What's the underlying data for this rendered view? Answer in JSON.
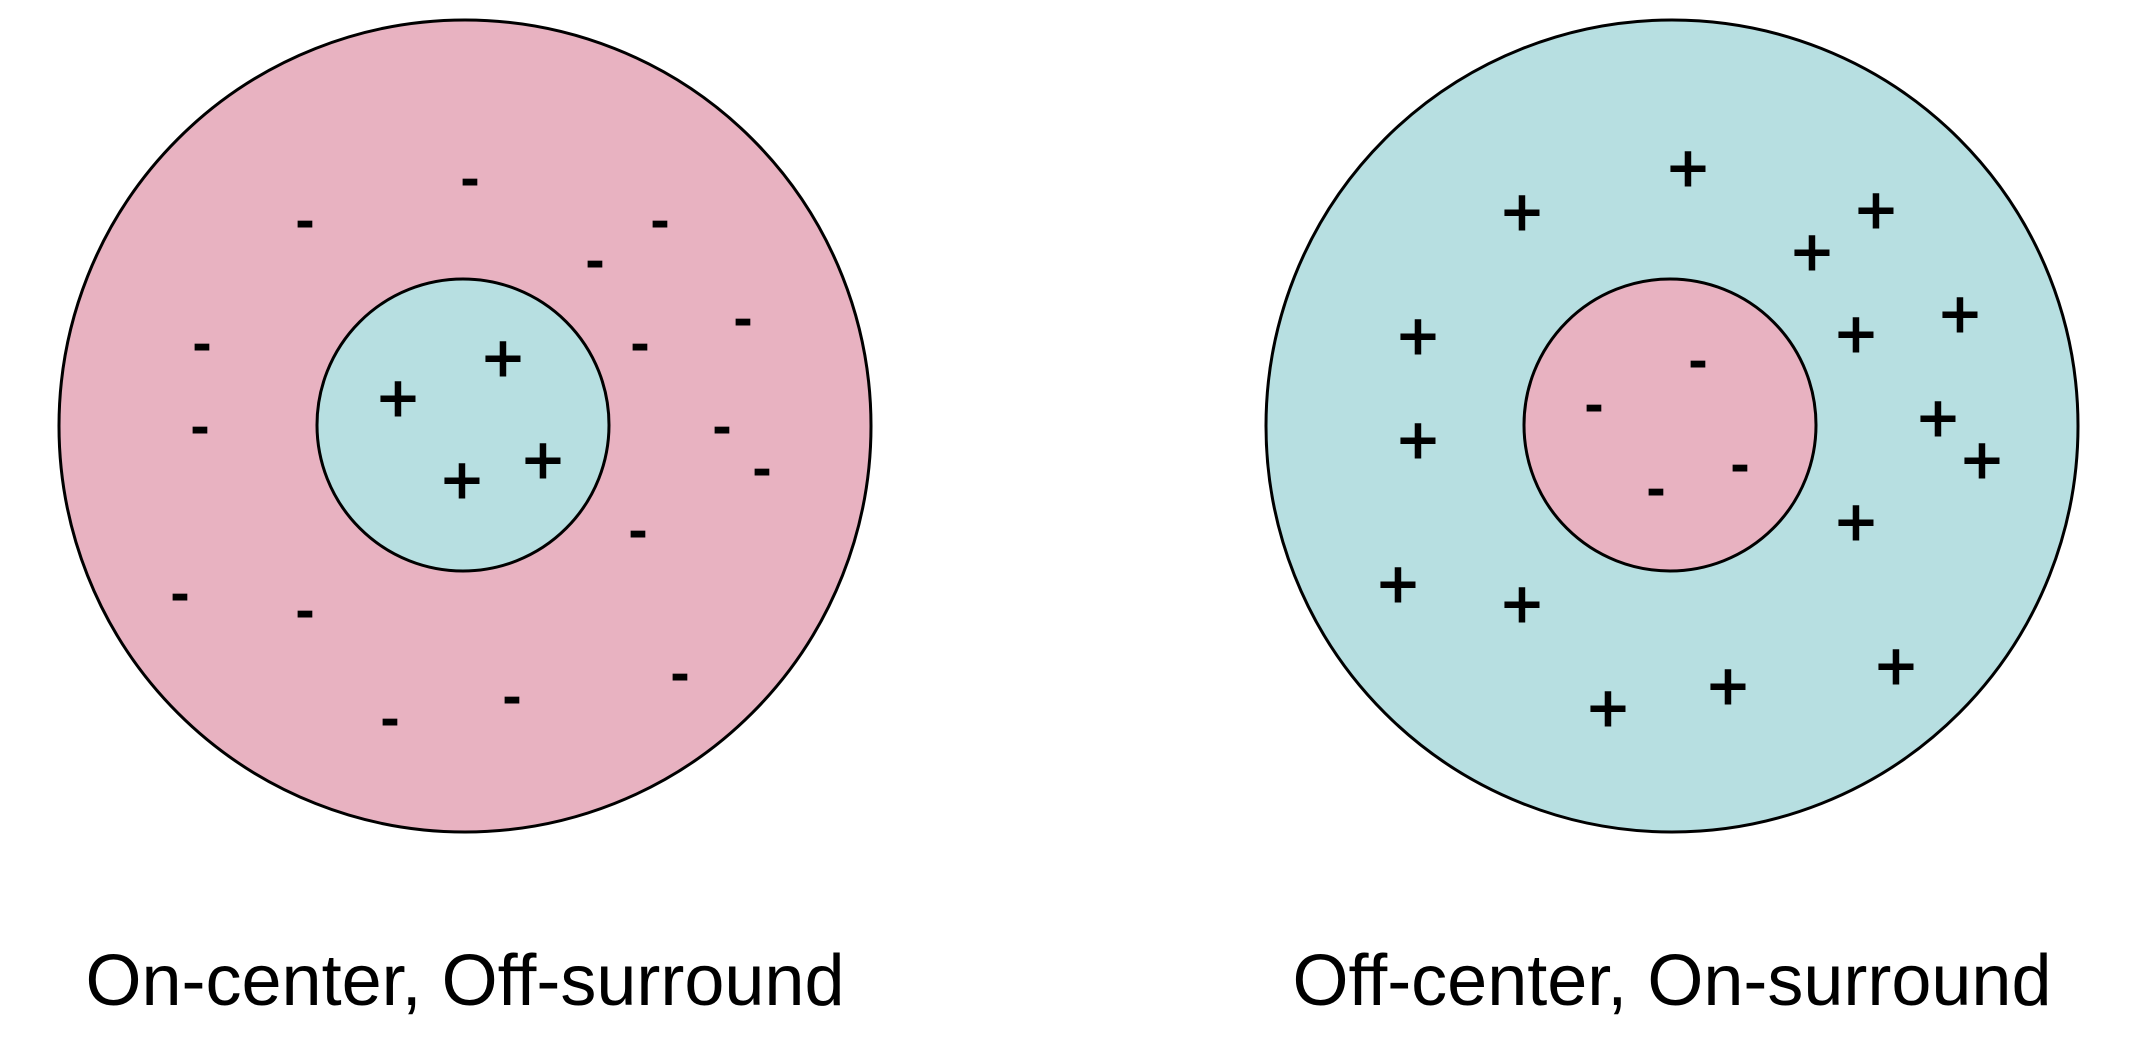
{
  "colors": {
    "pink": "#e8b2c1",
    "blue": "#b7dfe1",
    "stroke": "#000000"
  },
  "symbols": {
    "plus": "+",
    "minus": "-"
  },
  "left_panel": {
    "caption": "On-center, Off-surround",
    "surround_color": "#e8b2c1",
    "center_color": "#b7dfe1",
    "surround_symbol": "minus",
    "center_symbol": "plus"
  },
  "right_panel": {
    "caption": "Off-center, On-surround",
    "surround_color": "#b7dfe1",
    "center_color": "#e8b2c1",
    "surround_symbol": "plus",
    "center_symbol": "minus"
  }
}
